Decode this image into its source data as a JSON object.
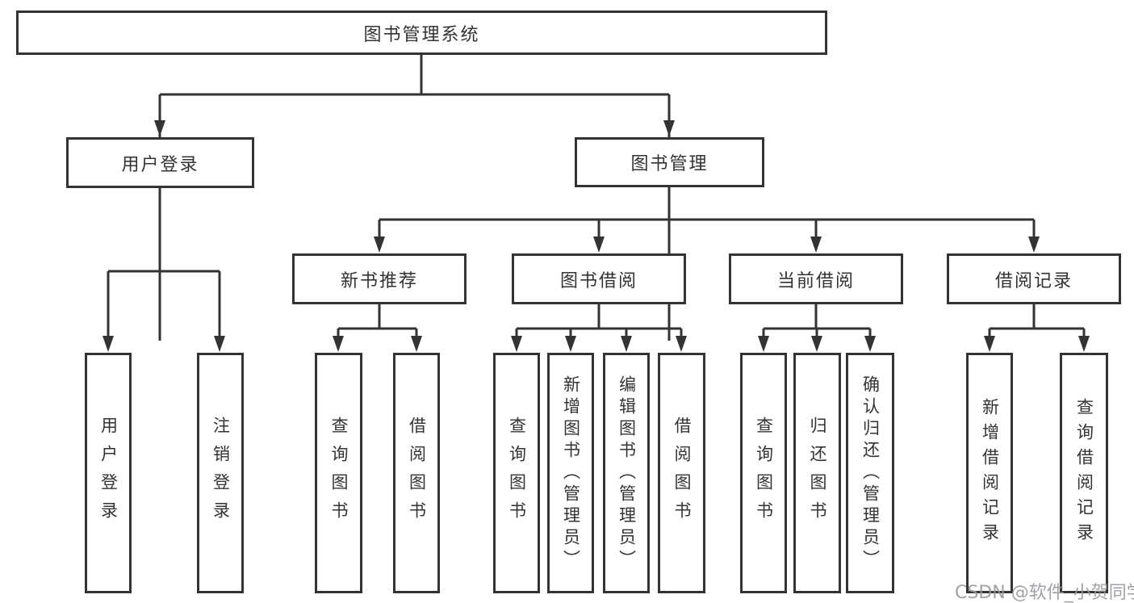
{
  "tree": {
    "root": {
      "label": "图书管理系统",
      "children": [
        {
          "label": "用户登录",
          "children": [
            {
              "label": "用户登录"
            },
            {
              "label": "注销登录"
            }
          ]
        },
        {
          "label": "图书管理",
          "children": [
            {
              "label": "新书推荐",
              "children": [
                {
                  "label": "查询图书"
                },
                {
                  "label": "借阅图书"
                }
              ]
            },
            {
              "label": "图书借阅",
              "children": [
                {
                  "label": "查询图书"
                },
                {
                  "label": "新增图书（管理员）"
                },
                {
                  "label": "编辑图书（管理员）"
                },
                {
                  "label": "借阅图书"
                }
              ]
            },
            {
              "label": "当前借阅",
              "children": [
                {
                  "label": "查询图书"
                },
                {
                  "label": "归还图书"
                },
                {
                  "label": "确认归还（管理员）"
                }
              ]
            },
            {
              "label": "借阅记录",
              "children": [
                {
                  "label": "新增借阅记录"
                },
                {
                  "label": "查询借阅记录"
                }
              ]
            }
          ]
        }
      ]
    }
  },
  "watermark": {
    "text": "CSDN @软件_小贺同学"
  },
  "colors": {
    "line": "#333333",
    "text": "#333333",
    "box_background": "#ffffff",
    "watermark": "#96989e",
    "background": "#ffffff"
  }
}
